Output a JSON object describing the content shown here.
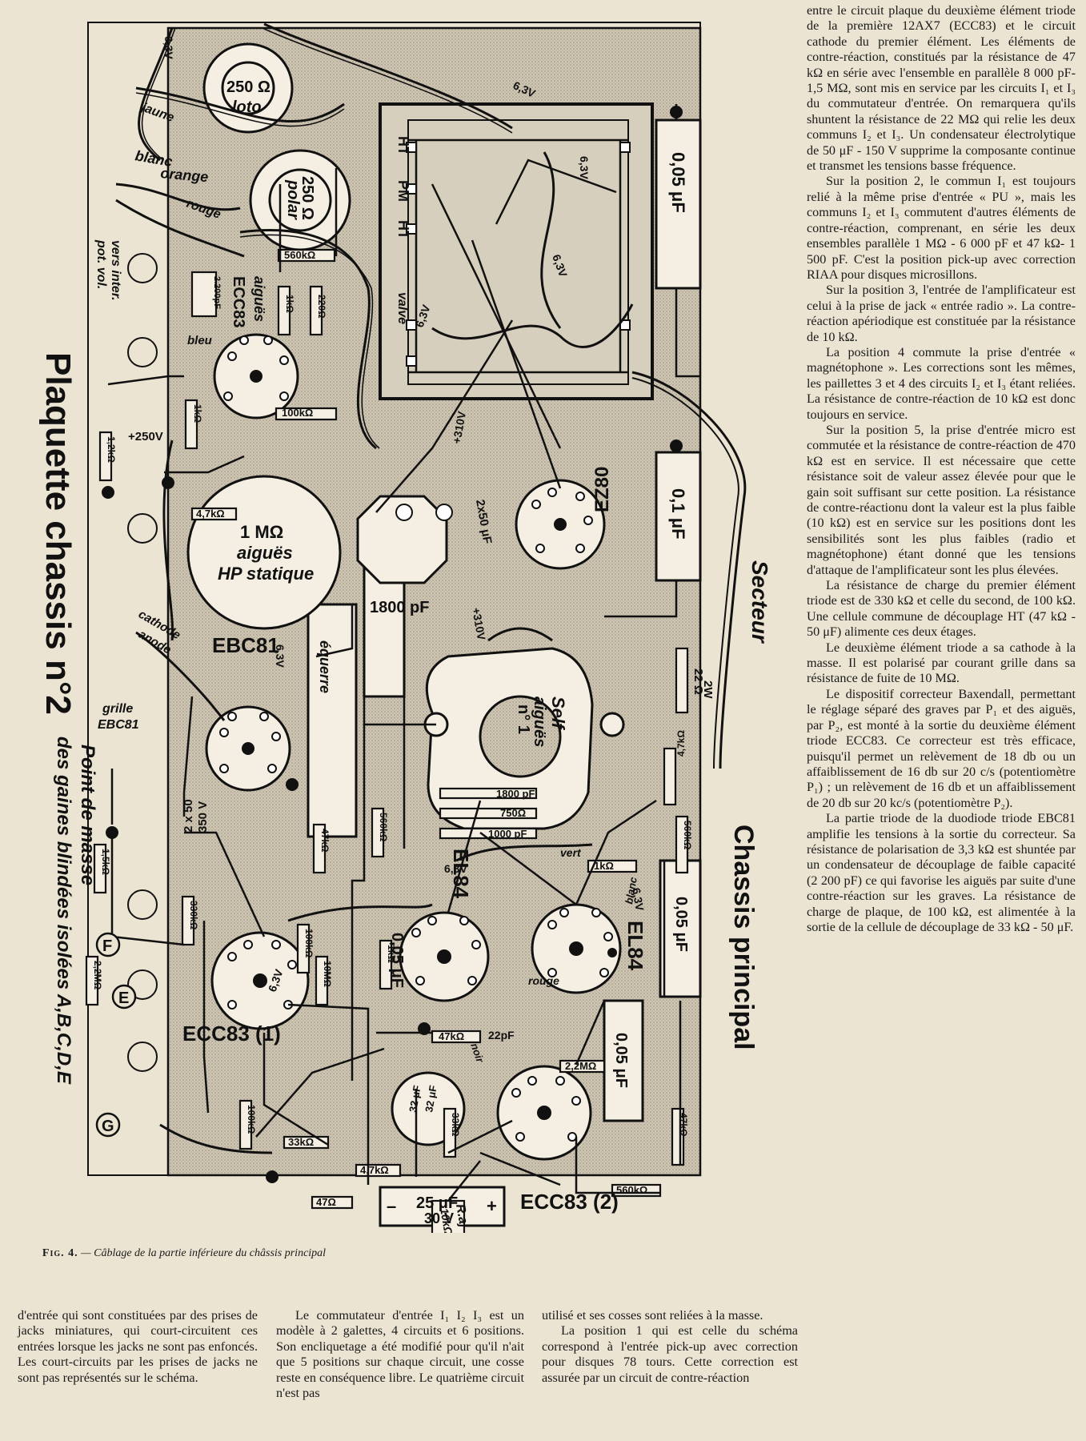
{
  "figure": {
    "labels": {
      "plaquette": "Plaquette chassis n°2",
      "point_masse": "Point de masse",
      "gaines": "des gaines blindées isolées A,B,C,D,E",
      "chassis_principal": "Chassis principal",
      "secteur": "Secteur",
      "v63_a": "6,3V",
      "v63_b": "6,3V",
      "v63_c": "6,3V",
      "v63_d": "6,3V",
      "v63_e": "6,3V",
      "v63_f": "6,3V",
      "v63_g": "6,3V",
      "v63_h": "6,3V",
      "v63_i": "6,3V",
      "pot250_loto": "250 Ω",
      "loto": "loto",
      "pot250_polar": "250 Ω",
      "polar": "polar",
      "jaune": "jaune",
      "blanc": "blanc",
      "orange": "orange",
      "rouge": "rouge",
      "vers_inter": "vers inter.",
      "pot_vol": "pot. vol.",
      "r560": "560kΩ",
      "r1k": "1kΩ",
      "r220": "220Ω",
      "c2200": "2.200pF",
      "ecc83_1_tube": "ECC83",
      "aigues": "aiguës",
      "bleu": "bleu",
      "r1k_b": "1kΩ",
      "r100k": "100kΩ",
      "r1_2k": "1,2kΩ",
      "v250": "+250V",
      "r4_7k": "4,7kΩ",
      "pot1m": "1 MΩ",
      "pot1m_a": "aiguës",
      "pot1m_b": "HP statique",
      "ebc81": "EBC81",
      "cathode": "cathode",
      "anode": "anode",
      "grille": "grille",
      "grille_ebc81": "EBC81",
      "equerre": "équerre",
      "c1800": "1800 pF",
      "v310_a": "+310V",
      "v310_b": "+310V",
      "c2x50": "2x50 μF",
      "ht1": "HT",
      "pm": "PM",
      "ht2": "HT",
      "valve": "valve",
      "c005_a": "0,05 μF",
      "c01": "0,1 μF",
      "ez80": "EZ80",
      "r22": "22 Ω",
      "r22w": "2W",
      "self1": "Self",
      "self2": "aiguës",
      "self3": "n° 1",
      "r4_7k_b": "4,7kΩ",
      "c1800b": "1800 pF",
      "r750": "750Ω",
      "c1000": "1000 pF",
      "r560k_b": "560kΩ",
      "r560k_c": "560kΩ",
      "el84_a": "EL84",
      "el84_b": "EL84",
      "vert": "vert",
      "r1k_c": "1kΩ",
      "blanc2": "blanc",
      "rouge2": "rouge",
      "c005_b": "0,05 μF",
      "c005_c": "0,05 μF",
      "c005_d": "0,05 μF",
      "c2x50_b": "2 x 50",
      "v350": "350 V",
      "r47k_a": "47kΩ",
      "r1_5k": "1,5kΩ",
      "r330k": "330kΩ",
      "r100k_b": "100kΩ",
      "r10m": "10MΩ",
      "r2_2m": "2,2MΩ",
      "jack_f": "F",
      "jack_e": "E",
      "jack_g": "G",
      "ecc83_1": "ECC83 (1)",
      "r1k_d": "1kΩ",
      "r47k_b": "47kΩ",
      "c22p": "22pF",
      "noir": "noir",
      "r2_2m_b": "2,2MΩ",
      "r100k_c": "100kΩ",
      "r33k": "33kΩ",
      "r33k_b": "33kΩ",
      "c32": "32 μF",
      "c32b": "32 μF",
      "r4_7k_c": "4,7kΩ",
      "r47": "47Ω",
      "pot10k": "10kΩ",
      "raj": "R.aj",
      "r560k_d": "560kΩ",
      "r47k_c": "47kΩ",
      "ecc83_2": "ECC83 (2)",
      "c25": "25 μF",
      "c25v": "30 V",
      "minus": "–",
      "plus": "+"
    }
  },
  "caption": {
    "fig": "Fig. 4.",
    "text": "— Câblage de la partie inférieure du châssis principal"
  },
  "right_column": [
    "entre le circuit plaque du deuxième élément triode de la première 12AX7 (ECC83) et le circuit cathode du premier élément. Les éléments de contre-réaction, constitués par la résistance de 47 kΩ en série avec l'ensemble en parallèle 8 000 pF-1,5 MΩ, sont mis en service par les circuits I₁ et I₃ du commutateur d'entrée. On remarquera qu'ils shuntent la résistance de 22 MΩ qui relie les deux communs I₂ et I₃. Un condensateur électrolytique de 50 μF - 150 V supprime la composante continue et transmet les tensions basse fréquence.",
    "Sur la position 2, le commun I₁ est toujours relié à la même prise d'entrée « PU », mais les communs I₂ et I₃ commutent d'autres éléments de contre-réaction, comprenant, en série les deux ensembles parallèle 1 MΩ - 6 000 pF et 47 kΩ- 1 500 pF. C'est la position pick-up avec correction RIAA pour disques microsillons.",
    "Sur la position 3, l'entrée de l'amplificateur est celui à la prise de jack « entrée radio ». La contre-réaction apériodique est constituée par la résistance de 10 kΩ.",
    "La position 4 commute la prise d'entrée « magnétophone ». Les corrections sont les mêmes, les paillettes 3 et 4 des circuits I₂ et I₃ étant reliées. La résistance de contre-réaction de 10 kΩ est donc toujours en service.",
    "Sur la position 5, la prise d'entrée micro est commutée et la résistance de contre-réaction de 470 kΩ est en service. Il est nécessaire que cette résistance soit de valeur assez élevée pour que le gain soit suffisant sur cette position. La résistance de contre-réactionu dont la valeur est la plus faible (10 kΩ) est en service sur les positions dont les sensibilités sont les plus faibles (radio et magnétophone) étant donné que les tensions d'attaque de l'amplificateur sont les plus élevées.",
    "La résistance de charge du premier élément triode est de 330 kΩ et celle du second, de 100 kΩ. Une cellule commune de découplage HT (47 kΩ - 50 μF) alimente ces deux étages.",
    "Le deuxième élément triode a sa cathode à la masse. Il est polarisé par courant grille dans sa résistance de fuite de 10 MΩ.",
    "Le dispositif correcteur Baxendall, permettant le réglage séparé des graves par P₁ et des aiguës, par P₂, est monté à la sortie du deuxième élément triode ECC83. Ce correcteur est très efficace, puisqu'il permet un relèvement de 18 db ou un affaiblissement de 16 db sur 20 c/s (potentiomètre P₁) ; un relèvement de 16 db et un affaiblissement de 20 db sur 20 kc/s (potentiomètre P₂).",
    "La partie triode de la duodiode triode EBC81 amplifie les tensions à la sortie du correcteur. Sa résistance de polarisation de 3,3 kΩ est shuntée par un condensateur de découplage de faible capacité (2 200 pF) ce qui favorise les aiguës par suite d'une contre-réaction sur les graves. La résistance de charge de plaque, de 100 kΩ, est alimentée à la sortie de la cellule de découplage de 33 kΩ - 50 μF."
  ],
  "bottom_col1": "d'entrée qui sont constituées par des prises de jacks miniatures, qui court-circuitent ces entrées lorsque les jacks ne sont pas enfoncés. Les court-circuits par les prises de jacks ne sont pas représentés sur le schéma.",
  "bottom_col2": "Le commutateur d'entrée I₁ I₂ I₃ est un modèle à 2 galettes, 4 circuits et 6 positions. Son encliquetage a été modifié pour qu'il n'ait que 5 positions sur chaque circuit, une cosse reste en conséquence libre. Le quatrième circuit n'est pas",
  "bottom_col3_a": "utilisé et ses cosses sont reliées à la masse.",
  "bottom_col3_b": "La position 1 qui est celle du schéma correspond à l'entrée pick-up avec correction pour disques 78 tours. Cette correction est assurée par un circuit de contre-réaction"
}
